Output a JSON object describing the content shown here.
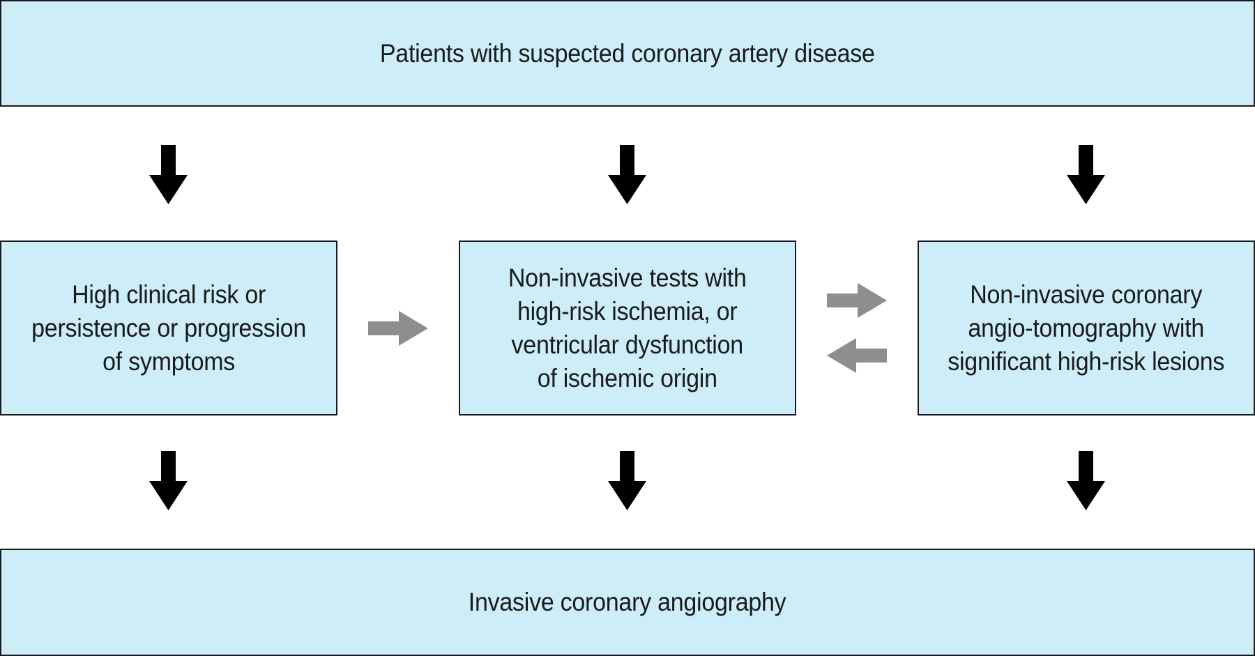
{
  "nodes": {
    "top": {
      "label": "Patients with suspected coronary artery disease"
    },
    "left": {
      "label": "High clinical risk or\npersistence or progression\nof symptoms"
    },
    "middle": {
      "label": "Non-invasive tests with\nhigh-risk ischemia, or\nventricular dysfunction\nof ischemic origin"
    },
    "right": {
      "label": "Non-invasive coronary\nangio-tomography with\nsignificant high-risk lesions"
    },
    "bottom": {
      "label": "Invasive coronary angiography"
    }
  },
  "edges": [
    {
      "from": "top",
      "to": "left",
      "style": "black-down-arrow"
    },
    {
      "from": "top",
      "to": "middle",
      "style": "black-down-arrow"
    },
    {
      "from": "top",
      "to": "right",
      "style": "black-down-arrow"
    },
    {
      "from": "left",
      "to": "middle",
      "style": "gray-right-arrow"
    },
    {
      "from": "middle",
      "to": "right",
      "style": "gray-right-arrow"
    },
    {
      "from": "right",
      "to": "middle",
      "style": "gray-left-arrow"
    },
    {
      "from": "left",
      "to": "bottom",
      "style": "black-down-arrow"
    },
    {
      "from": "middle",
      "to": "bottom",
      "style": "black-down-arrow"
    },
    {
      "from": "right",
      "to": "bottom",
      "style": "black-down-arrow"
    }
  ],
  "colors": {
    "box_fill": "#cdeef9",
    "box_border": "#1a1a1a",
    "primary_arrow": "#000000",
    "secondary_arrow": "#8e8e8e"
  }
}
